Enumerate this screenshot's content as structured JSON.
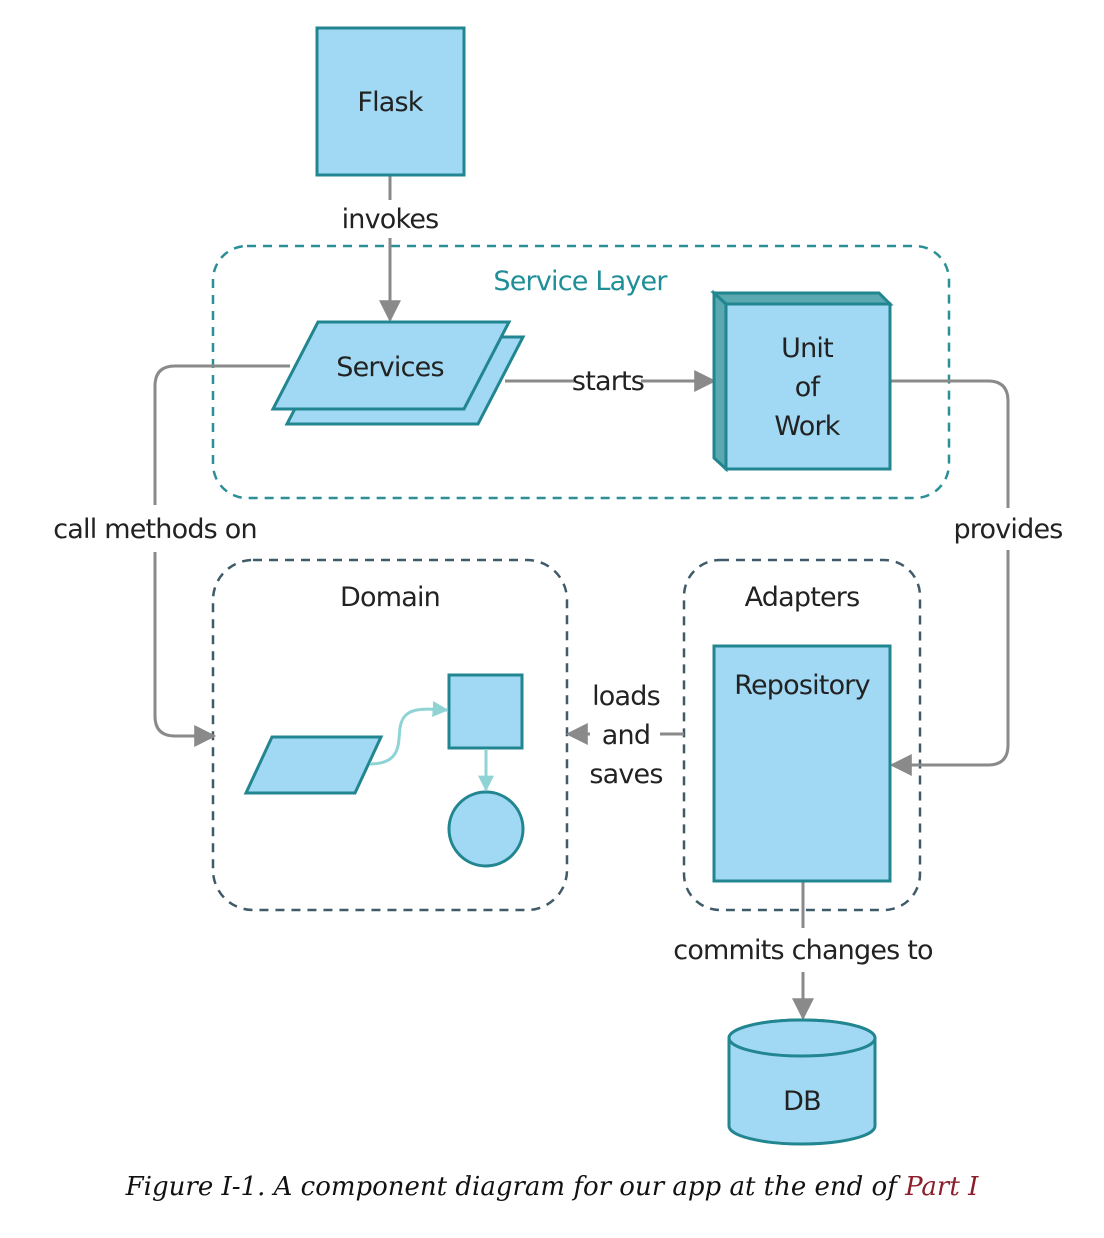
{
  "nodes": {
    "flask": "Flask",
    "services": "Services",
    "uow_line1": "Unit",
    "uow_line2": "of",
    "uow_line3": "Work",
    "repository": "Repository",
    "db": "DB"
  },
  "groups": {
    "service_layer": "Service Layer",
    "domain": "Domain",
    "adapters": "Adapters"
  },
  "edges": {
    "invokes": "invokes",
    "starts": "starts",
    "call_methods_on": "call methods on",
    "provides": "provides",
    "loads": "loads",
    "and": "and",
    "saves": "saves",
    "commits_changes_to": "commits changes to"
  },
  "caption": {
    "text": "Figure I-1. A component diagram for our app at the end of ",
    "link": "Part I"
  },
  "colors": {
    "box_fill": "#a1d8f3",
    "box_stroke": "#21868f",
    "arrow": "#8a8a8a",
    "service_layer_border": "#2a8f97",
    "group_border": "#3f5a68",
    "caption_link": "#8b1e2a"
  }
}
